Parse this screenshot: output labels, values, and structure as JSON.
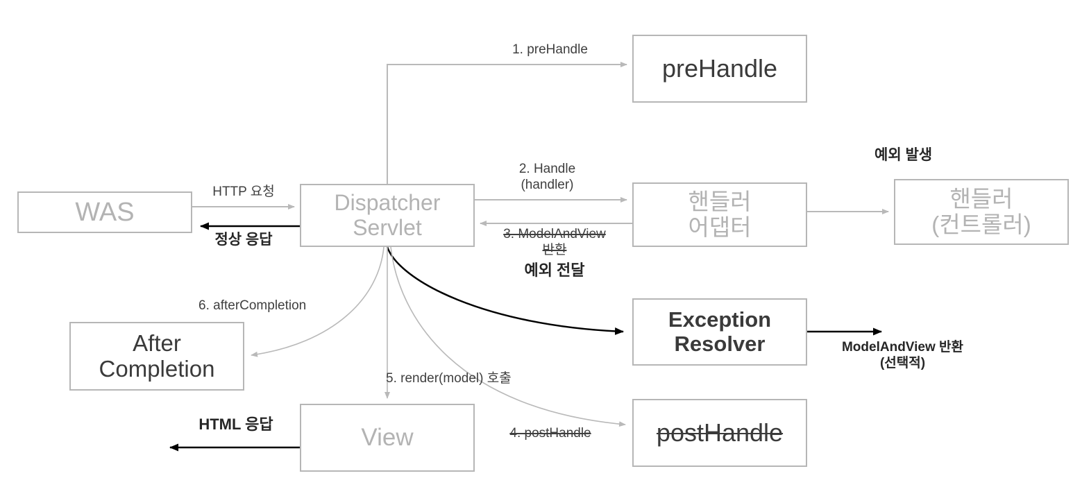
{
  "diagram": {
    "title": "Spring MVC Exception Handling Flow",
    "colors": {
      "box_border": "#b6b6b6",
      "gray_text": "#b3b3b3",
      "dark_text": "#3a3a3a",
      "gray_arrow": "#b9b9b9",
      "black_arrow": "#000000",
      "background": "#ffffff"
    }
  },
  "nodes": {
    "was": "WAS",
    "dispatcher_servlet": "Dispatcher\nServlet",
    "pre_handle": "preHandle",
    "handler_adapter": "핸들러\n어댑터",
    "handler_controller": "핸들러\n(컨트롤러)",
    "exception_resolver": "Exception\nResolver",
    "after_completion": "After\nCompletion",
    "view": "View",
    "post_handle": "postHandle"
  },
  "labels": {
    "http_request": "HTTP 요청",
    "normal_response": "정상 응답",
    "step1_pre_handle": "1. preHandle",
    "step2_handle": "2. Handle\n(handler)",
    "step3_model_and_view": "3. ModelAndView\n반환",
    "exception_delivered": "예외 전달",
    "exception_occurred": "예외 발생",
    "model_and_view_return": "ModelAndView 반환\n(선택적)",
    "step4_post_handle": "4. postHandle",
    "step5_render": "5. render(model) 호출",
    "step6_after_completion": "6. afterCompletion",
    "html_response": "HTML 응답"
  }
}
